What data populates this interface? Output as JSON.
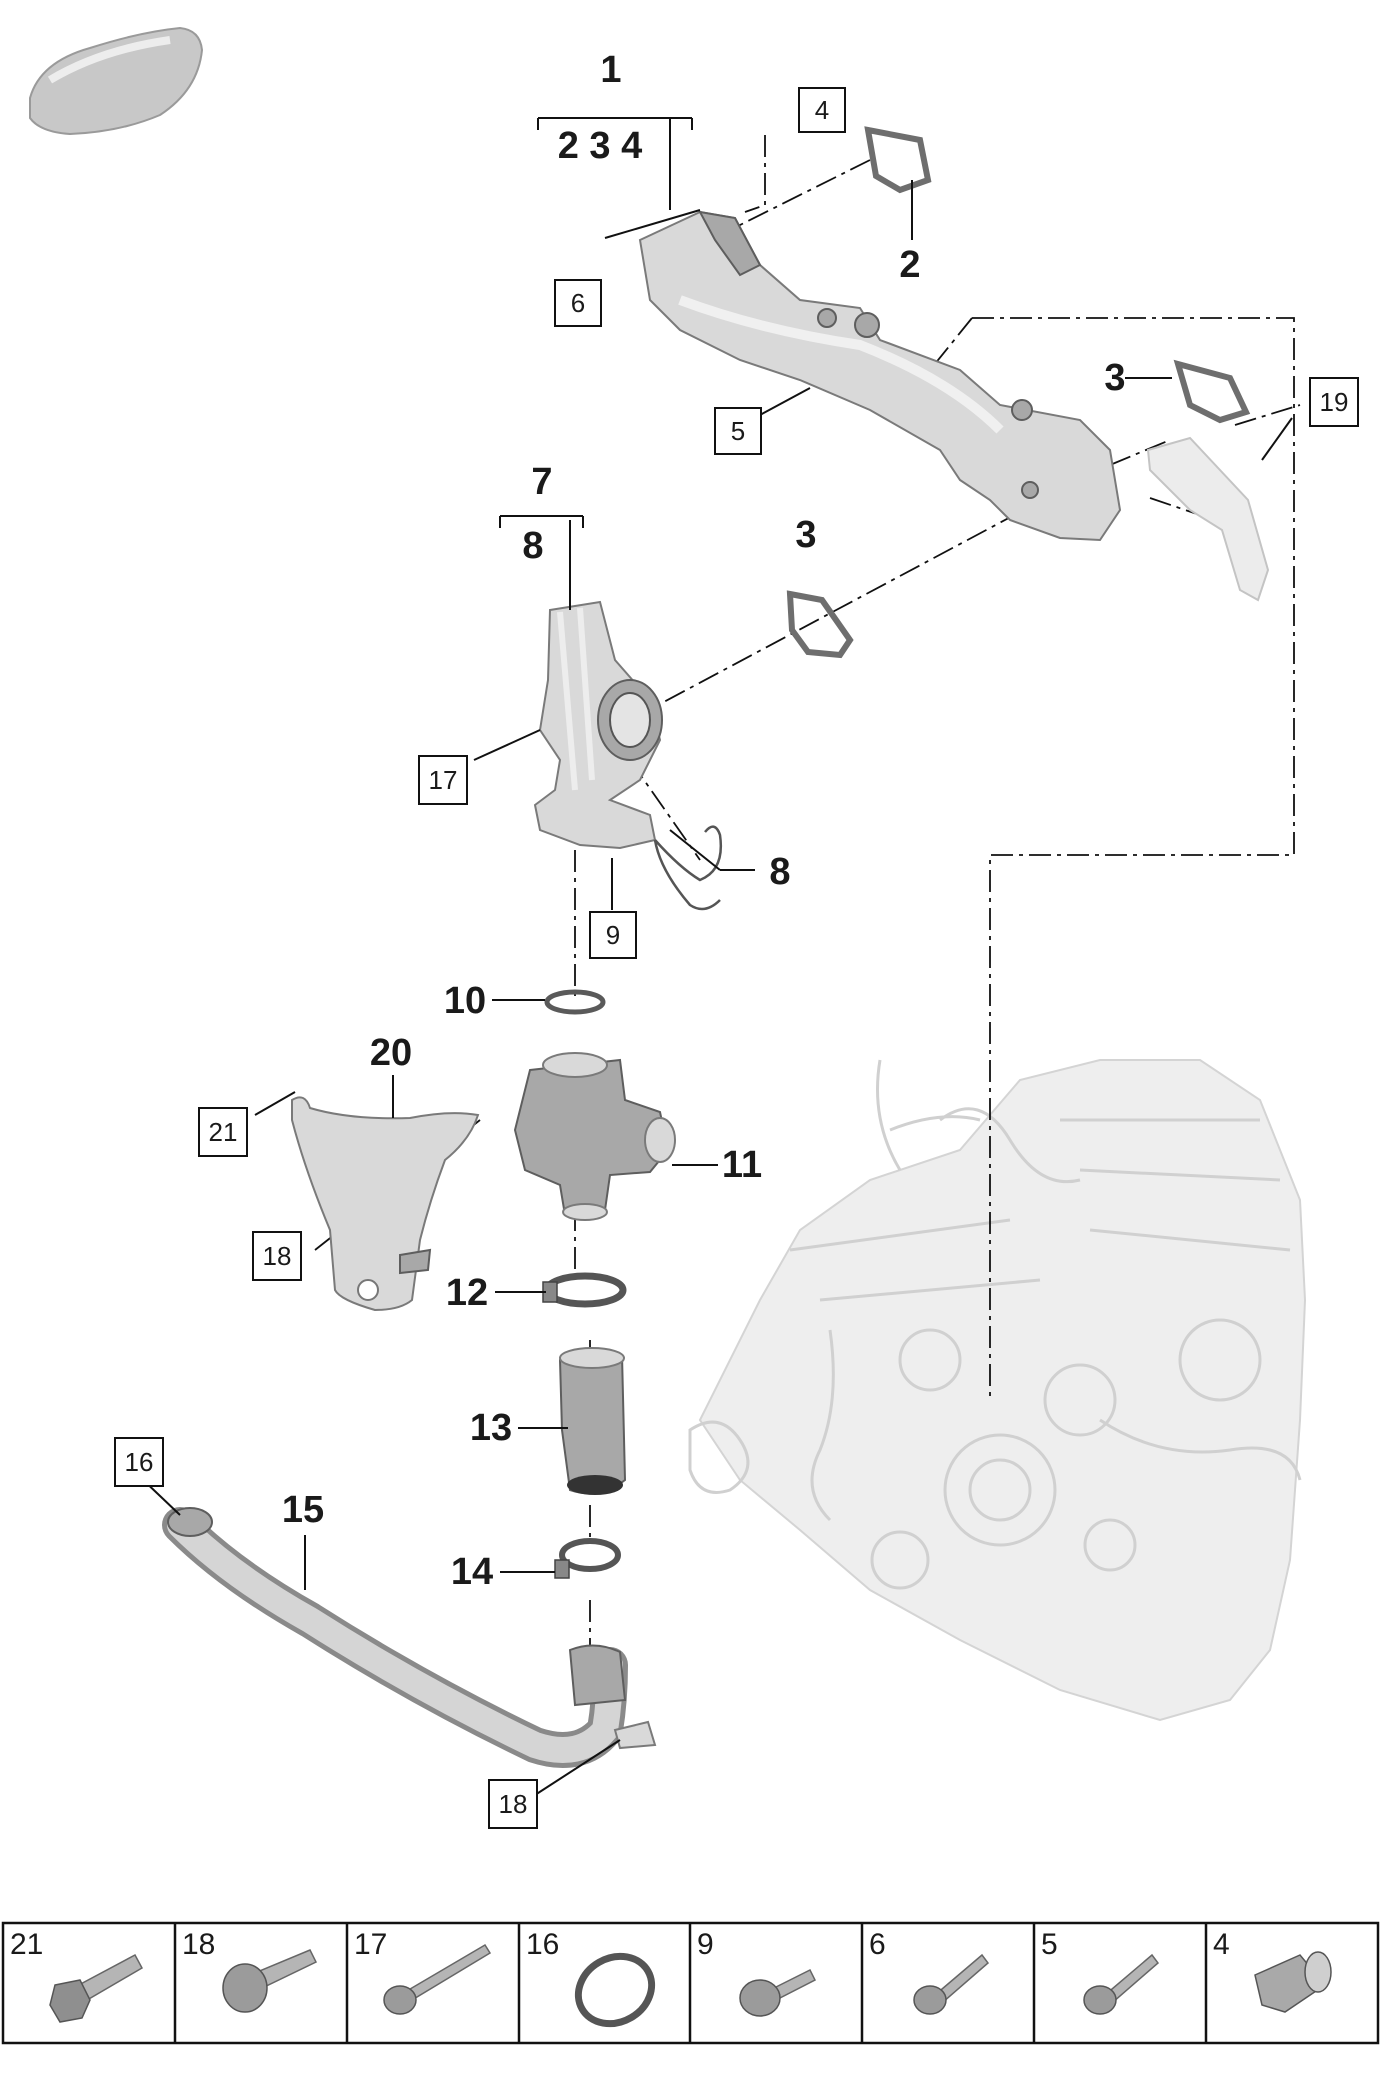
{
  "callouts": {
    "c1": "1",
    "c234": "2 3 4",
    "c2": "2",
    "c3a": "3",
    "c3b": "3",
    "c7": "7",
    "c8a": "8",
    "c8b": "8",
    "c10": "10",
    "c11": "11",
    "c12": "12",
    "c13": "13",
    "c14": "14",
    "c15": "15",
    "c20": "20"
  },
  "boxes": {
    "b4": "4",
    "b6": "6",
    "b5": "5",
    "b19": "19",
    "b17": "17",
    "b9": "9",
    "b21": "21",
    "b18a": "18",
    "b16": "16",
    "b18b": "18"
  },
  "hardware_strip": [
    "21",
    "18",
    "17",
    "16",
    "9",
    "6",
    "5",
    "4"
  ],
  "icons": {
    "car": "car-silhouette-icon",
    "strip": [
      "flange-bolt-icon",
      "pan-head-bolt-icon",
      "long-bolt-icon",
      "seal-ring-icon",
      "pan-bolt-icon",
      "hex-bolt-icon",
      "hex-bolt-icon",
      "sleeve-nut-icon"
    ]
  }
}
